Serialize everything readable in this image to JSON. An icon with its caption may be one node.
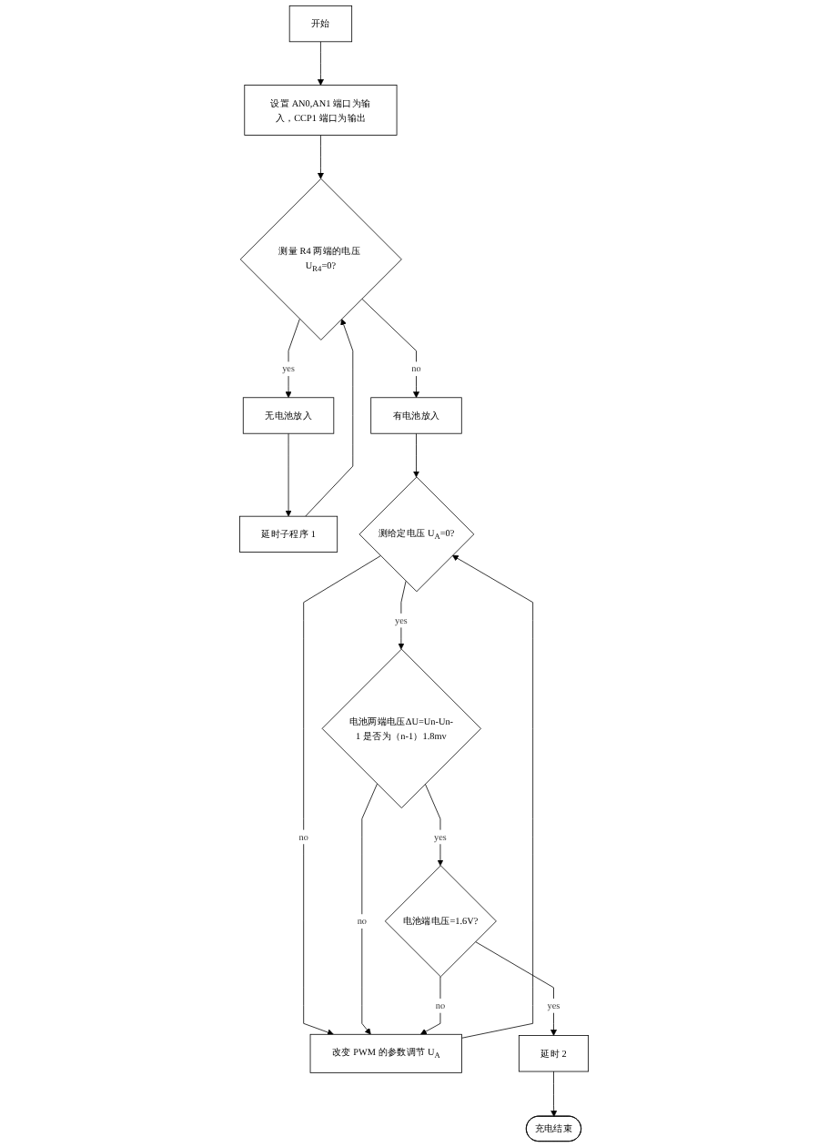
{
  "diagram": {
    "nodes": [
      {
        "text": [
          "开始"
        ]
      },
      {
        "text": [
          "设置 AN0,AN1 端口为输入，CCP1 端口为输出"
        ]
      },
      {
        "text": [
          "测量 R4 两端的电压 U$_{R4}$=0?"
        ]
      },
      {
        "text": [
          "无电池放入"
        ]
      },
      {
        "text": [
          "延时子程序 1"
        ]
      },
      {
        "text": [
          "有电池放入"
        ]
      },
      {
        "text": [
          "测给定电压 U$_{A}$=0?"
        ]
      },
      {
        "text": [
          "改变 PWM 的参数调节 U$_{A}$"
        ]
      },
      {
        "text": [
          "电池两端电压ΔU=Un-Un-1 是否为（n-1）1.8mv"
        ]
      },
      {
        "text": [
          "电池端电压=1.6V?"
        ]
      },
      {
        "text": [
          "延时 2"
        ]
      },
      {
        "text": [
          "充电结束"
        ]
      }
    ],
    "edges": [
      {
        "from": 0,
        "to": 1,
        "arrow": "to"
      },
      {
        "from": 1,
        "to": 2,
        "arrow": "to"
      },
      {
        "from": 2,
        "to": 3,
        "label": "yes",
        "arrow": "to"
      },
      {
        "from": 3,
        "to": 4,
        "arrow": "to"
      },
      {
        "from": 4,
        "to": 2,
        "arrow": "to"
      },
      {
        "from": 2,
        "to": 5,
        "label": "no",
        "arrow": "to"
      },
      {
        "from": 5,
        "to": 6,
        "arrow": "to"
      },
      {
        "from": 7,
        "to": 6,
        "arrow": "to"
      },
      {
        "from": 6,
        "to": 7,
        "label": "no",
        "arrow": "to"
      },
      {
        "from": 6,
        "to": 8,
        "label": "yes",
        "arrow": "to"
      },
      {
        "from": 8,
        "to": 7,
        "label": "no",
        "arrow": "to"
      },
      {
        "from": 8,
        "to": 9,
        "label": "yes",
        "arrow": "to"
      },
      {
        "from": 9,
        "to": 7,
        "label": "no",
        "arrow": "to"
      },
      {
        "from": 9,
        "to": 10,
        "label": "yes",
        "arrow": "to"
      },
      {
        "from": 10,
        "to": 11,
        "arrow": "to"
      }
    ]
  }
}
